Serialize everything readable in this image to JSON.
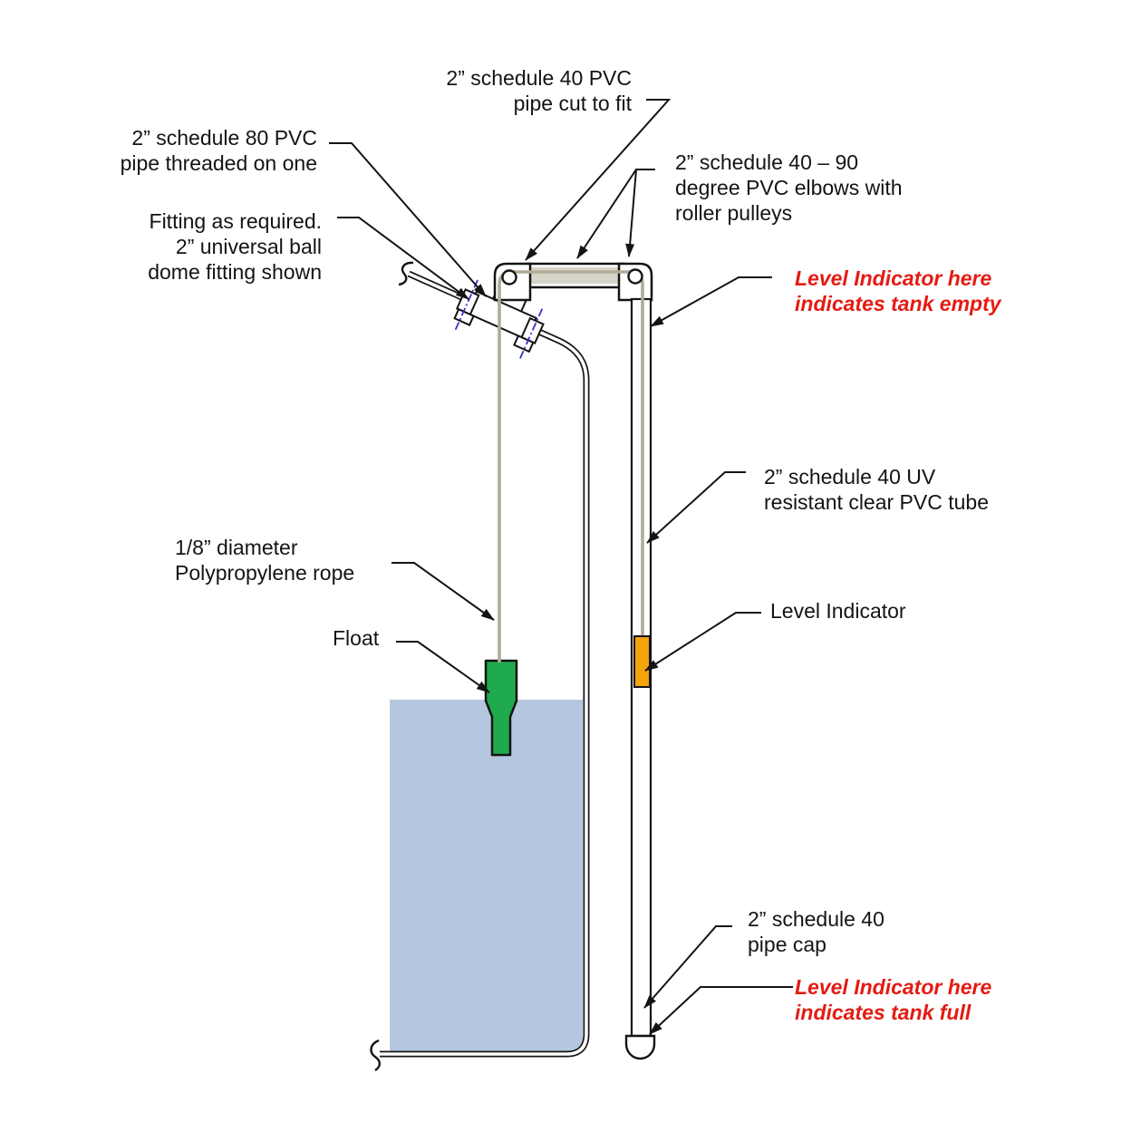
{
  "diagram": {
    "labels": {
      "pipe_cut_to_fit": "2” schedule 40 PVC\npipe cut to fit",
      "schedule80_pipe": "2” schedule 80 PVC\npipe threaded on one",
      "fitting": "Fitting as required.\n2” universal ball\ndome fitting shown",
      "elbows": "2” schedule 40 – 90\ndegree PVC elbows with\nroller pulleys",
      "indicator_empty": "Level Indicator here\nindicates tank empty",
      "uv_tube": "2” schedule 40 UV\nresistant clear PVC tube",
      "level_indicator": "Level Indicator",
      "rope": "1/8” diameter\nPolypropylene rope",
      "float": "Float",
      "pipe_cap": "2” schedule 40\npipe cap",
      "indicator_full": "Level Indicator here\nindicates tank full"
    },
    "colors": {
      "water": "#b5c7df",
      "float": "#1faa4d",
      "level_indicator": "#f2a409",
      "rope": "#b2ab98",
      "pipe_interior": "#d6d3c8",
      "annotation_red": "#e41b13",
      "centerline_blue": "#3333cc",
      "line_black": "#141414"
    }
  }
}
